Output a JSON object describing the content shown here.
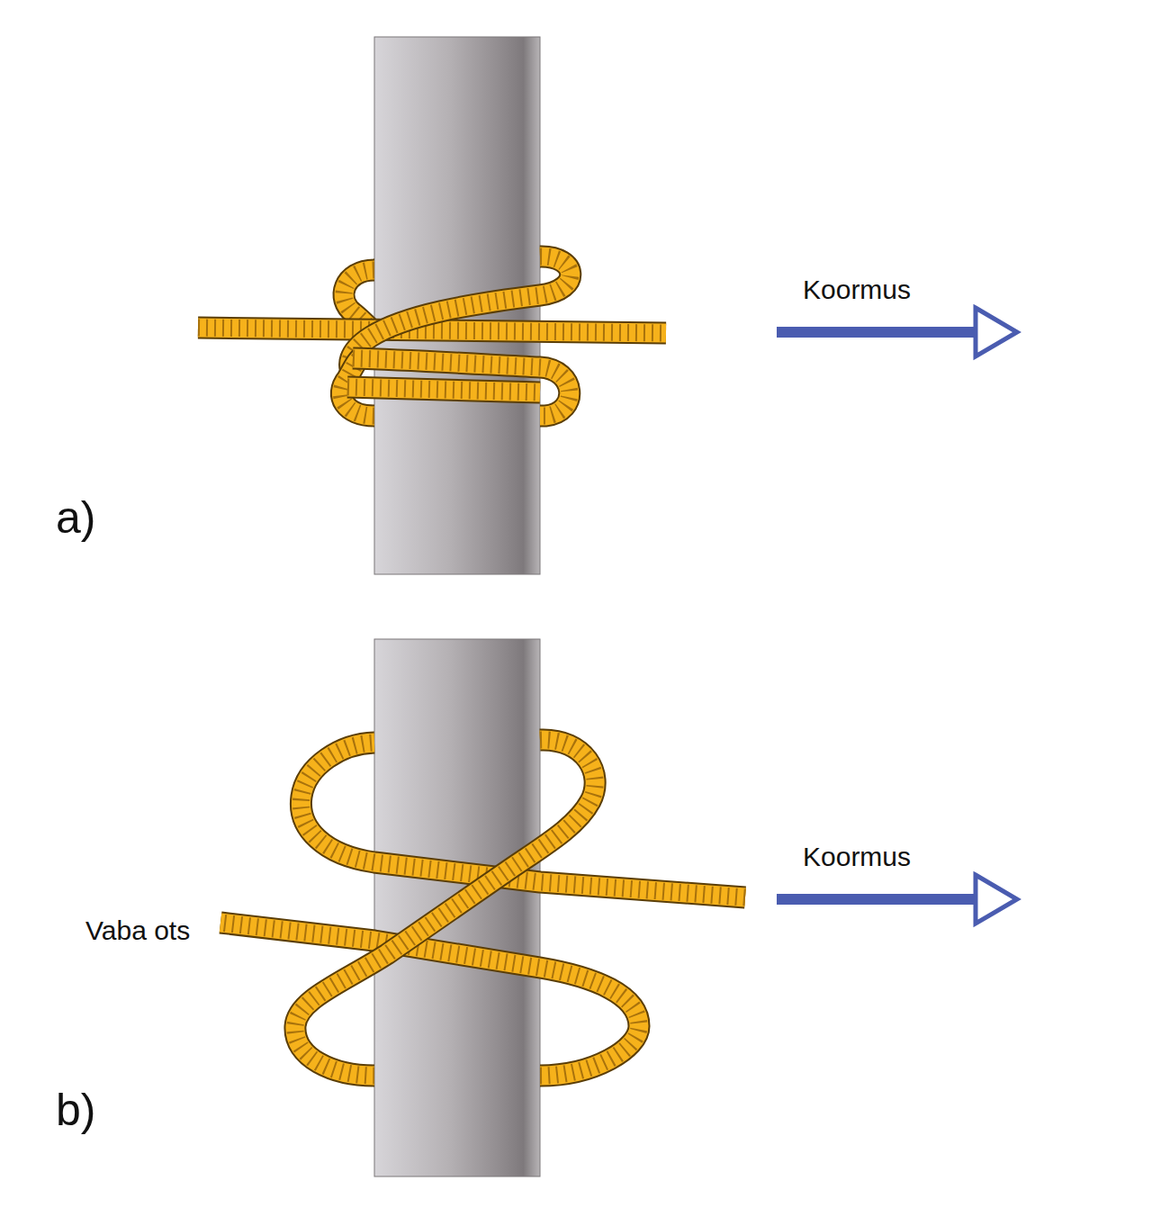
{
  "diagram": {
    "labels": [
      "Koormus",
      "a)",
      "Koormus",
      "Vaba ots",
      "b)"
    ]
  }
}
